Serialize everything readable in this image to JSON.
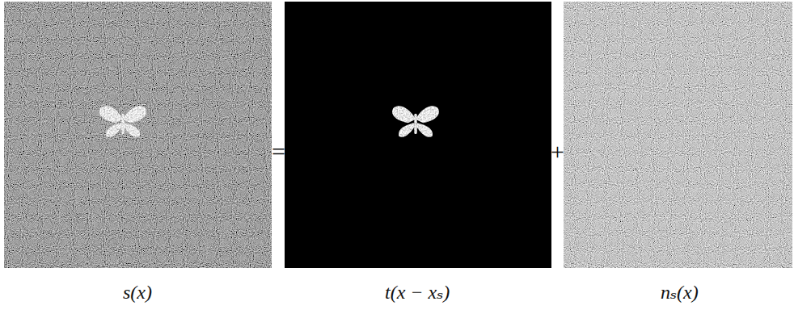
{
  "diagram": {
    "labels": [
      "=",
      "+",
      "s(x)",
      "t(x − xₛ)",
      "nₛ(x)"
    ]
  }
}
